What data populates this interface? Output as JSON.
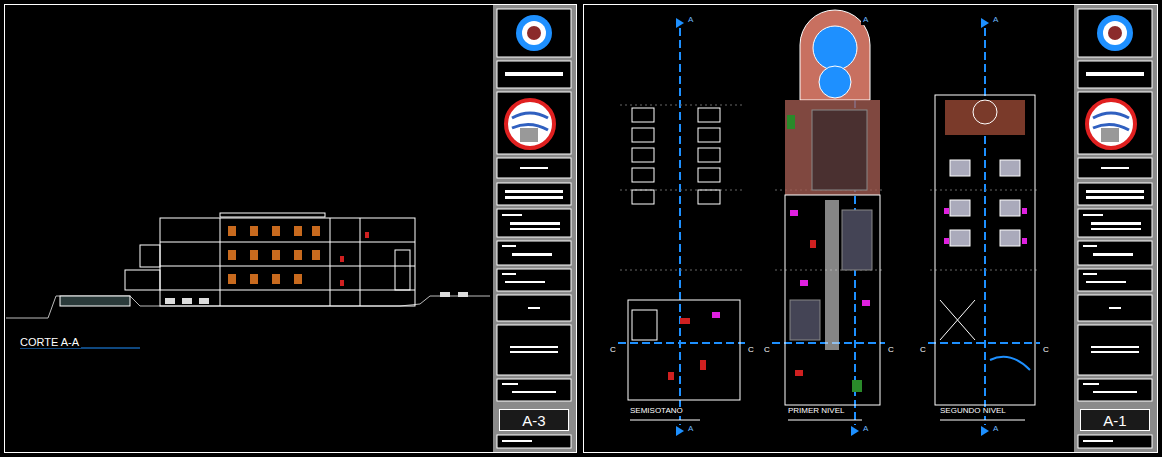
{
  "diagram": {
    "nodes": [
      {
        "text": [
          "A-3"
        ]
      },
      {
        "text": [
          "A-1"
        ]
      }
    ],
    "labels": [
      "CORTE A-A",
      "SEMISOTANO",
      "PRIMER NIVEL",
      "SEGUNDO NIVEL",
      "A",
      "A",
      "A",
      "A",
      "A",
      "A",
      "C",
      "C",
      "C",
      "C",
      "C",
      "C"
    ]
  }
}
